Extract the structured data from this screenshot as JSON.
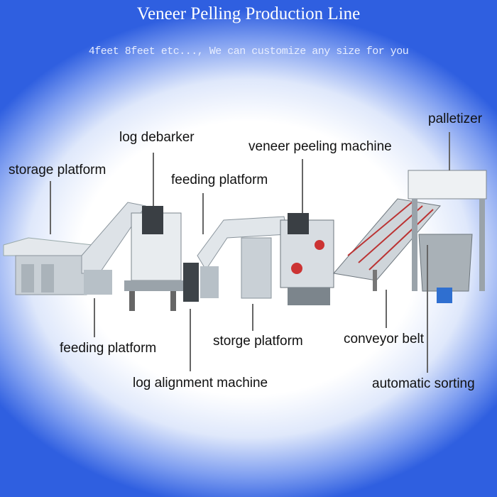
{
  "header": {
    "title": "Veneer Pelling Production Line",
    "subtitle": "4feet 8feet etc..., We can customize any size for you"
  },
  "labels": {
    "storage_platform": "storage platform",
    "log_debarker": "log debarker",
    "feeding_platform_top": "feeding platform",
    "veneer_peeling_machine": "veneer peeling machine",
    "palletizer": "palletizer",
    "feeding_platform_bottom": "feeding platform",
    "log_alignment_machine": "log alignment machine",
    "storge_platform": "storge platform",
    "conveyor_belt": "conveyor belt",
    "automatic_sorting": "automatic sorting"
  }
}
